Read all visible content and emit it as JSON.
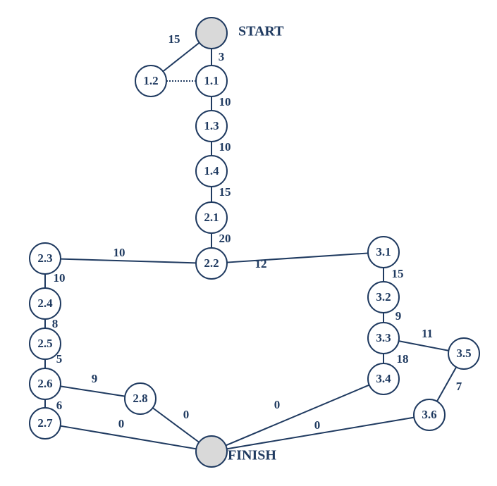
{
  "diagram": {
    "colors": {
      "line": "#1f3a60",
      "node_fill": "#ffffff",
      "terminal_fill": "#d9d9d9",
      "text": "#1f3a60"
    },
    "terminals": [
      {
        "id": "start",
        "label": "START"
      },
      {
        "id": "finish",
        "label": "FINISH"
      }
    ],
    "nodes": [
      {
        "id": "1.1",
        "label": "1.1"
      },
      {
        "id": "1.2",
        "label": "1.2"
      },
      {
        "id": "1.3",
        "label": "1.3"
      },
      {
        "id": "1.4",
        "label": "1.4"
      },
      {
        "id": "2.1",
        "label": "2.1"
      },
      {
        "id": "2.2",
        "label": "2.2"
      },
      {
        "id": "2.3",
        "label": "2.3"
      },
      {
        "id": "2.4",
        "label": "2.4"
      },
      {
        "id": "2.5",
        "label": "2.5"
      },
      {
        "id": "2.6",
        "label": "2.6"
      },
      {
        "id": "2.7",
        "label": "2.7"
      },
      {
        "id": "2.8",
        "label": "2.8"
      },
      {
        "id": "3.1",
        "label": "3.1"
      },
      {
        "id": "3.2",
        "label": "3.2"
      },
      {
        "id": "3.3",
        "label": "3.3"
      },
      {
        "id": "3.4",
        "label": "3.4"
      },
      {
        "id": "3.5",
        "label": "3.5"
      },
      {
        "id": "3.6",
        "label": "3.6"
      }
    ],
    "edges": [
      {
        "from": "start",
        "to": "1.1",
        "weight": "3",
        "style": "solid"
      },
      {
        "from": "start",
        "to": "1.2",
        "weight": "15",
        "style": "solid"
      },
      {
        "from": "1.2",
        "to": "1.1",
        "weight": "",
        "style": "dotted"
      },
      {
        "from": "1.1",
        "to": "1.3",
        "weight": "10",
        "style": "solid"
      },
      {
        "from": "1.3",
        "to": "1.4",
        "weight": "10",
        "style": "solid"
      },
      {
        "from": "1.4",
        "to": "2.1",
        "weight": "15",
        "style": "solid"
      },
      {
        "from": "2.1",
        "to": "2.2",
        "weight": "20",
        "style": "solid"
      },
      {
        "from": "2.2",
        "to": "2.3",
        "weight": "10",
        "style": "solid"
      },
      {
        "from": "2.2",
        "to": "3.1",
        "weight": "12",
        "style": "solid"
      },
      {
        "from": "2.3",
        "to": "2.4",
        "weight": "10",
        "style": "solid"
      },
      {
        "from": "2.4",
        "to": "2.5",
        "weight": "8",
        "style": "solid"
      },
      {
        "from": "2.5",
        "to": "2.6",
        "weight": "5",
        "style": "solid"
      },
      {
        "from": "2.6",
        "to": "2.7",
        "weight": "6",
        "style": "solid"
      },
      {
        "from": "2.6",
        "to": "2.8",
        "weight": "9",
        "style": "solid"
      },
      {
        "from": "2.7",
        "to": "finish",
        "weight": "0",
        "style": "solid"
      },
      {
        "from": "2.8",
        "to": "finish",
        "weight": "0",
        "style": "solid"
      },
      {
        "from": "3.1",
        "to": "3.2",
        "weight": "15",
        "style": "solid"
      },
      {
        "from": "3.2",
        "to": "3.3",
        "weight": "9",
        "style": "solid"
      },
      {
        "from": "3.3",
        "to": "3.4",
        "weight": "18",
        "style": "solid"
      },
      {
        "from": "3.3",
        "to": "3.5",
        "weight": "11",
        "style": "solid"
      },
      {
        "from": "3.5",
        "to": "3.6",
        "weight": "7",
        "style": "solid"
      },
      {
        "from": "3.4",
        "to": "finish",
        "weight": "0",
        "style": "solid"
      },
      {
        "from": "3.6",
        "to": "finish",
        "weight": "0",
        "style": "solid"
      }
    ]
  }
}
